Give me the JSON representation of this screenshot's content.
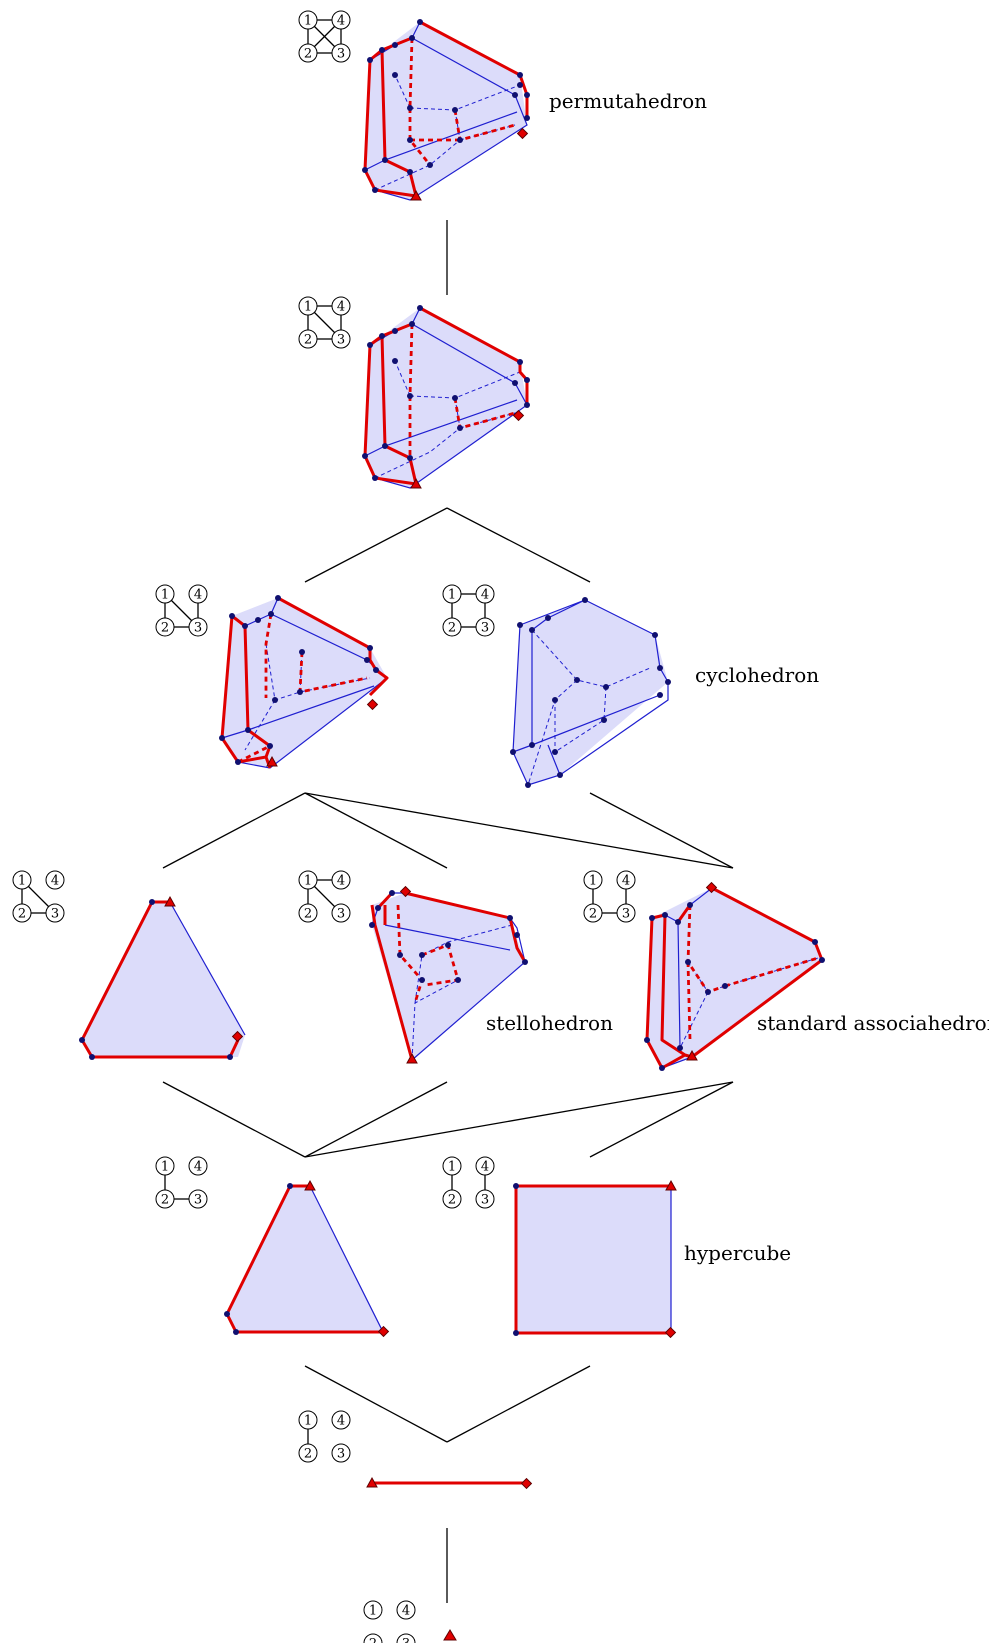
{
  "labels": {
    "permutahedron": "permutahedron",
    "cyclohedron": "cyclohedron",
    "stellohedron": "stellohedron",
    "standard_associahedron": "standard associahedron",
    "hypercube": "hypercube"
  },
  "graph_nodes": [
    "1",
    "2",
    "3",
    "4"
  ],
  "colors": {
    "polytope_fill": "#dcdcfa",
    "blue_edges": "#1f1fd0",
    "red_path": "#e00000",
    "vertex": "#101070",
    "hasse_lines": "#000000"
  },
  "graphs": [
    {
      "name": "complete-graph-K4",
      "edges": [
        [
          "1",
          "2"
        ],
        [
          "1",
          "3"
        ],
        [
          "1",
          "4"
        ],
        [
          "2",
          "3"
        ],
        [
          "2",
          "4"
        ],
        [
          "3",
          "4"
        ]
      ]
    },
    {
      "name": "graph-k4-minus-2-4",
      "edges": [
        [
          "1",
          "2"
        ],
        [
          "1",
          "3"
        ],
        [
          "1",
          "4"
        ],
        [
          "2",
          "3"
        ],
        [
          "3",
          "4"
        ]
      ]
    },
    {
      "name": "graph-paw",
      "edges": [
        [
          "1",
          "2"
        ],
        [
          "1",
          "3"
        ],
        [
          "2",
          "3"
        ],
        [
          "3",
          "4"
        ]
      ]
    },
    {
      "name": "cycle-graph-C4",
      "edges": [
        [
          "1",
          "2"
        ],
        [
          "1",
          "4"
        ],
        [
          "2",
          "3"
        ],
        [
          "3",
          "4"
        ]
      ]
    },
    {
      "name": "triangle-plus-isolated",
      "edges": [
        [
          "1",
          "2"
        ],
        [
          "1",
          "3"
        ],
        [
          "2",
          "3"
        ]
      ]
    },
    {
      "name": "star-graph",
      "edges": [
        [
          "1",
          "2"
        ],
        [
          "1",
          "3"
        ],
        [
          "1",
          "4"
        ]
      ]
    },
    {
      "name": "path-graph-P4",
      "edges": [
        [
          "1",
          "2"
        ],
        [
          "2",
          "3"
        ],
        [
          "3",
          "4"
        ]
      ]
    },
    {
      "name": "path-1-2-3",
      "edges": [
        [
          "1",
          "2"
        ],
        [
          "2",
          "3"
        ]
      ]
    },
    {
      "name": "two-disjoint-edges",
      "edges": [
        [
          "1",
          "2"
        ],
        [
          "3",
          "4"
        ]
      ]
    },
    {
      "name": "single-edge",
      "edges": [
        [
          "1",
          "2"
        ]
      ]
    },
    {
      "name": "empty-graph",
      "edges": []
    }
  ]
}
